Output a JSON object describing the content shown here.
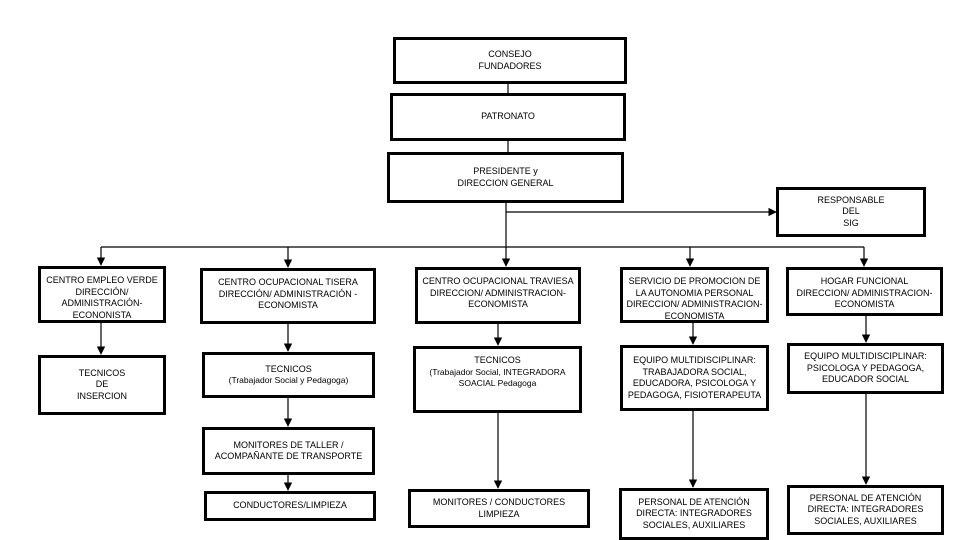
{
  "boxes": {
    "consejo": [
      "CONSEJO",
      "FUNDADORES"
    ],
    "patronato": [
      "PATRONATO"
    ],
    "presidente": [
      "PRESIDENTE y",
      "DIRECCION GENERAL"
    ],
    "responsable": [
      "RESPONSABLE",
      "DEL",
      "SIG"
    ],
    "centro_empleo": [
      "CENTRO EMPLEO VERDE",
      "DIRECCIÓN/",
      "ADMINISTRACIÓN-",
      "ECONONISTA"
    ],
    "tecnicos_insercion": [
      "TECNICOS",
      "DE",
      "INSERCION"
    ],
    "tisera": [
      "CENTRO OCUPACIONAL TISERA",
      "DIRECCIÓN/ ADMINISTRACIÓN -",
      "ECONOMISTA"
    ],
    "tisera_tecnicos": [
      "TECNICOS",
      "(Trabajador Social y Pedagoga)"
    ],
    "monitores_taller": [
      "MONITORES DE TALLER /",
      "ACOMPAÑANTE DE TRANSPORTE"
    ],
    "conductores_limpieza": [
      "CONDUCTORES/LIMPIEZA"
    ],
    "traviesa": [
      "CENTRO OCUPACIONAL TRAVIESA",
      "DIRECCION/ ADMINISTRACION-",
      "ECONOMISTA"
    ],
    "traviesa_tecnicos": [
      "TECNICOS",
      "(Trabajador Social, INTEGRADORA",
      "SOACIAL Pedagoga"
    ],
    "monitores_conductores": [
      "MONITORES / CONDUCTORES",
      "LIMPIEZA"
    ],
    "servicio": [
      "SERVICIO DE PROMOCION DE",
      "LA AUTONOMIA PERSONAL",
      "DIRECCION/ ADMINISTRACION-",
      "ECONOMISTA"
    ],
    "equipo_servicio": [
      "EQUIPO MULTIDISCIPLINAR:",
      "TRABAJADORA SOCIAL,",
      "EDUCADORA, PSICOLOGA Y",
      "PEDAGOGA, FISIOTERAPEUTA"
    ],
    "personal_servicio": [
      "PERSONAL DE ATENCIÓN",
      "DIRECTA: INTEGRADORES",
      "SOCIALES, AUXILIARES"
    ],
    "hogar": [
      "HOGAR FUNCIONAL",
      "DIRECCION/ ADMINISTRACION-",
      "ECONOMISTA"
    ],
    "equipo_hogar": [
      "EQUIPO MULTIDISCIPLINAR:",
      "PSICOLOGA Y PEDAGOGA,",
      "EDUCADOR SOCIAL"
    ],
    "personal_hogar": [
      "PERSONAL DE ATENCIÓN",
      "DIRECTA: INTEGRADORES",
      "SOCIALES, AUXILIARES"
    ]
  }
}
